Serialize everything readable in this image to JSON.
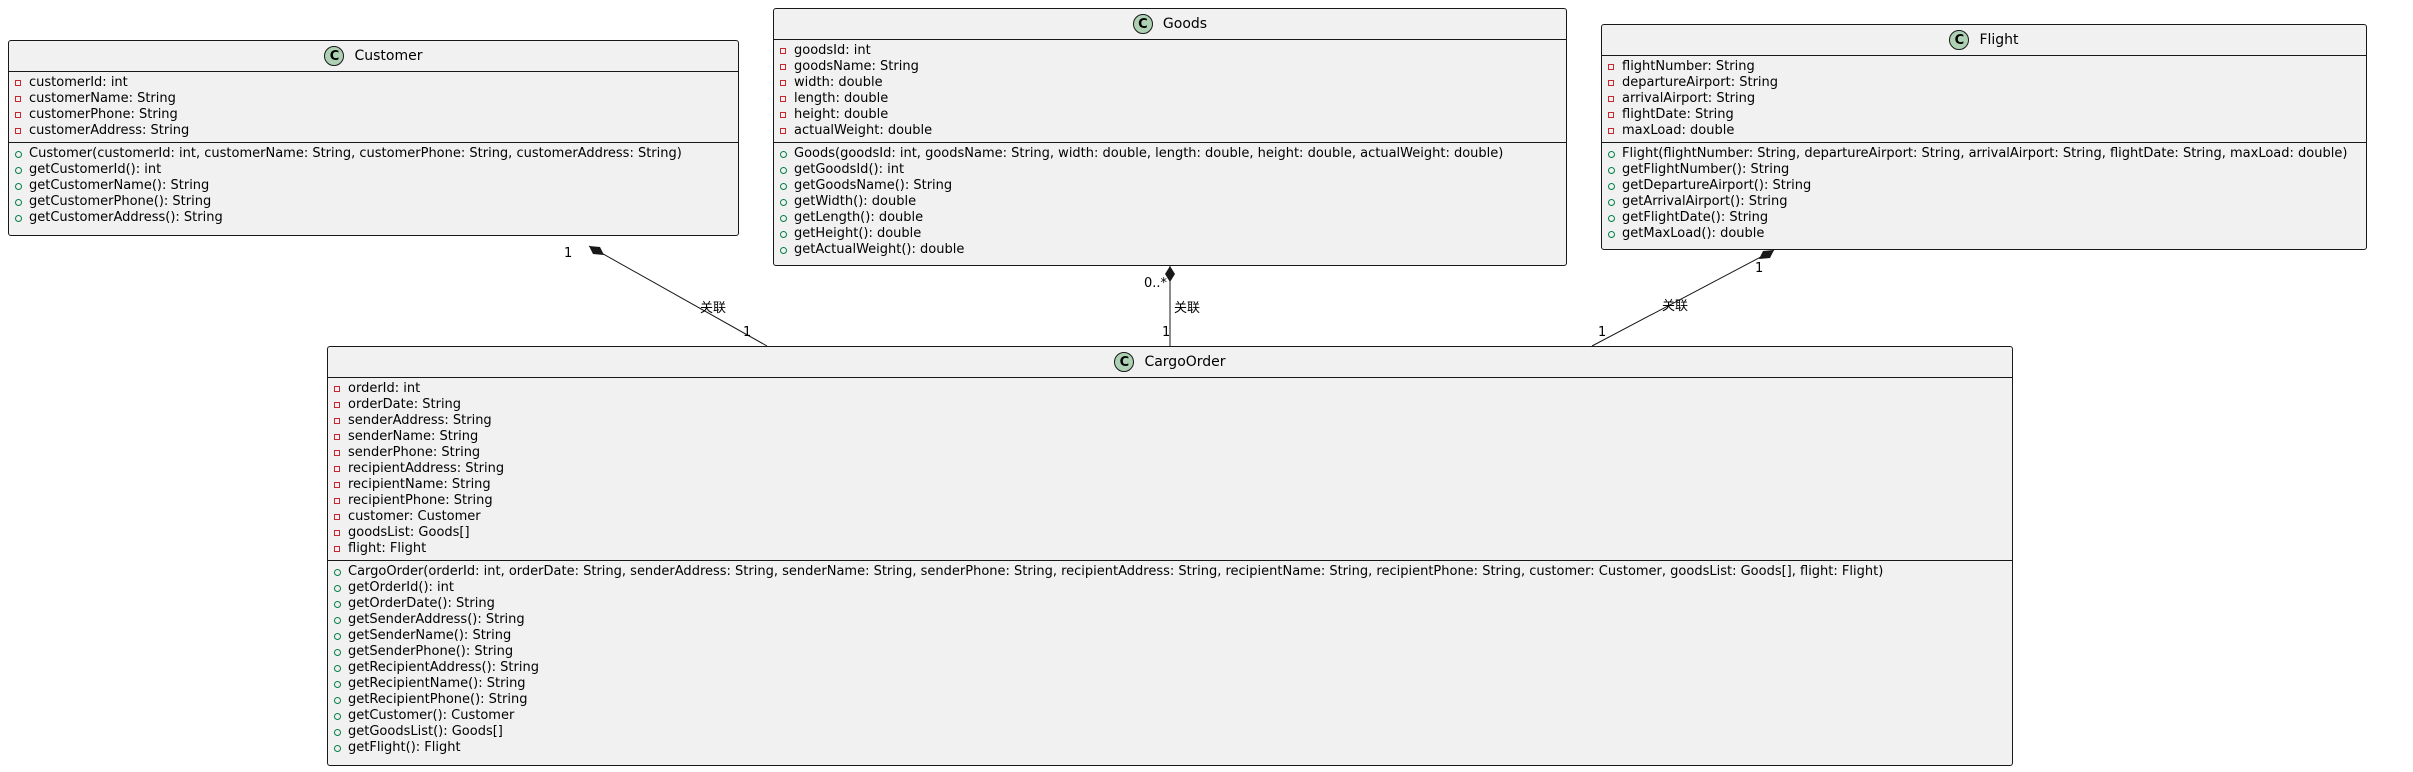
{
  "classes": {
    "customer": {
      "name": "Customer",
      "icon": "C",
      "attributes": [
        {
          "visibility": "private",
          "text": "customerId: int"
        },
        {
          "visibility": "private",
          "text": "customerName: String"
        },
        {
          "visibility": "private",
          "text": "customerPhone: String"
        },
        {
          "visibility": "private",
          "text": "customerAddress: String"
        }
      ],
      "methods": [
        {
          "visibility": "public",
          "text": "Customer(customerId: int, customerName: String, customerPhone: String, customerAddress: String)"
        },
        {
          "visibility": "public",
          "text": "getCustomerId(): int"
        },
        {
          "visibility": "public",
          "text": "getCustomerName(): String"
        },
        {
          "visibility": "public",
          "text": "getCustomerPhone(): String"
        },
        {
          "visibility": "public",
          "text": "getCustomerAddress(): String"
        }
      ]
    },
    "goods": {
      "name": "Goods",
      "icon": "C",
      "attributes": [
        {
          "visibility": "private",
          "text": "goodsId: int"
        },
        {
          "visibility": "private",
          "text": "goodsName: String"
        },
        {
          "visibility": "private",
          "text": "width: double"
        },
        {
          "visibility": "private",
          "text": "length: double"
        },
        {
          "visibility": "private",
          "text": "height: double"
        },
        {
          "visibility": "private",
          "text": "actualWeight: double"
        }
      ],
      "methods": [
        {
          "visibility": "public",
          "text": "Goods(goodsId: int, goodsName: String, width: double, length: double, height: double, actualWeight: double)"
        },
        {
          "visibility": "public",
          "text": "getGoodsId(): int"
        },
        {
          "visibility": "public",
          "text": "getGoodsName(): String"
        },
        {
          "visibility": "public",
          "text": "getWidth(): double"
        },
        {
          "visibility": "public",
          "text": "getLength(): double"
        },
        {
          "visibility": "public",
          "text": "getHeight(): double"
        },
        {
          "visibility": "public",
          "text": "getActualWeight(): double"
        }
      ]
    },
    "flight": {
      "name": "Flight",
      "icon": "C",
      "attributes": [
        {
          "visibility": "private",
          "text": "flightNumber: String"
        },
        {
          "visibility": "private",
          "text": "departureAirport: String"
        },
        {
          "visibility": "private",
          "text": "arrivalAirport: String"
        },
        {
          "visibility": "private",
          "text": "flightDate: String"
        },
        {
          "visibility": "private",
          "text": "maxLoad: double"
        }
      ],
      "methods": [
        {
          "visibility": "public",
          "text": "Flight(flightNumber: String, departureAirport: String, arrivalAirport: String, flightDate: String, maxLoad: double)"
        },
        {
          "visibility": "public",
          "text": "getFlightNumber(): String"
        },
        {
          "visibility": "public",
          "text": "getDepartureAirport(): String"
        },
        {
          "visibility": "public",
          "text": "getArrivalAirport(): String"
        },
        {
          "visibility": "public",
          "text": "getFlightDate(): String"
        },
        {
          "visibility": "public",
          "text": "getMaxLoad(): double"
        }
      ]
    },
    "cargoorder": {
      "name": "CargoOrder",
      "icon": "C",
      "attributes": [
        {
          "visibility": "private",
          "text": "orderId: int"
        },
        {
          "visibility": "private",
          "text": "orderDate: String"
        },
        {
          "visibility": "private",
          "text": "senderAddress: String"
        },
        {
          "visibility": "private",
          "text": "senderName: String"
        },
        {
          "visibility": "private",
          "text": "senderPhone: String"
        },
        {
          "visibility": "private",
          "text": "recipientAddress: String"
        },
        {
          "visibility": "private",
          "text": "recipientName: String"
        },
        {
          "visibility": "private",
          "text": "recipientPhone: String"
        },
        {
          "visibility": "private",
          "text": "customer: Customer"
        },
        {
          "visibility": "private",
          "text": "goodsList: Goods[]"
        },
        {
          "visibility": "private",
          "text": "flight: Flight"
        }
      ],
      "methods": [
        {
          "visibility": "public",
          "text": "CargoOrder(orderId: int, orderDate: String, senderAddress: String, senderName: String, senderPhone: String, recipientAddress: String, recipientName: String, recipientPhone: String, customer: Customer, goodsList: Goods[], flight: Flight)"
        },
        {
          "visibility": "public",
          "text": "getOrderId(): int"
        },
        {
          "visibility": "public",
          "text": "getOrderDate(): String"
        },
        {
          "visibility": "public",
          "text": "getSenderAddress(): String"
        },
        {
          "visibility": "public",
          "text": "getSenderName(): String"
        },
        {
          "visibility": "public",
          "text": "getSenderPhone(): String"
        },
        {
          "visibility": "public",
          "text": "getRecipientAddress(): String"
        },
        {
          "visibility": "public",
          "text": "getRecipientName(): String"
        },
        {
          "visibility": "public",
          "text": "getRecipientPhone(): String"
        },
        {
          "visibility": "public",
          "text": "getCustomer(): Customer"
        },
        {
          "visibility": "public",
          "text": "getGoodsList(): Goods[]"
        },
        {
          "visibility": "public",
          "text": "getFlight(): Flight"
        }
      ]
    }
  },
  "relations": [
    {
      "from": "customer",
      "to": "cargoorder",
      "type": "composition",
      "label": "关联",
      "from_mult": "1",
      "to_mult": "1"
    },
    {
      "from": "goods",
      "to": "cargoorder",
      "type": "composition",
      "label": "关联",
      "from_mult": "0..*",
      "to_mult": "1"
    },
    {
      "from": "flight",
      "to": "cargoorder",
      "type": "composition",
      "label": "关联",
      "from_mult": "1",
      "to_mult": "1"
    }
  ],
  "colors": {
    "class_bg": "#f1f1f1",
    "border": "#181818",
    "class_icon": "#add1b2",
    "private_marker": "#c82930",
    "public_marker": "#038048"
  }
}
